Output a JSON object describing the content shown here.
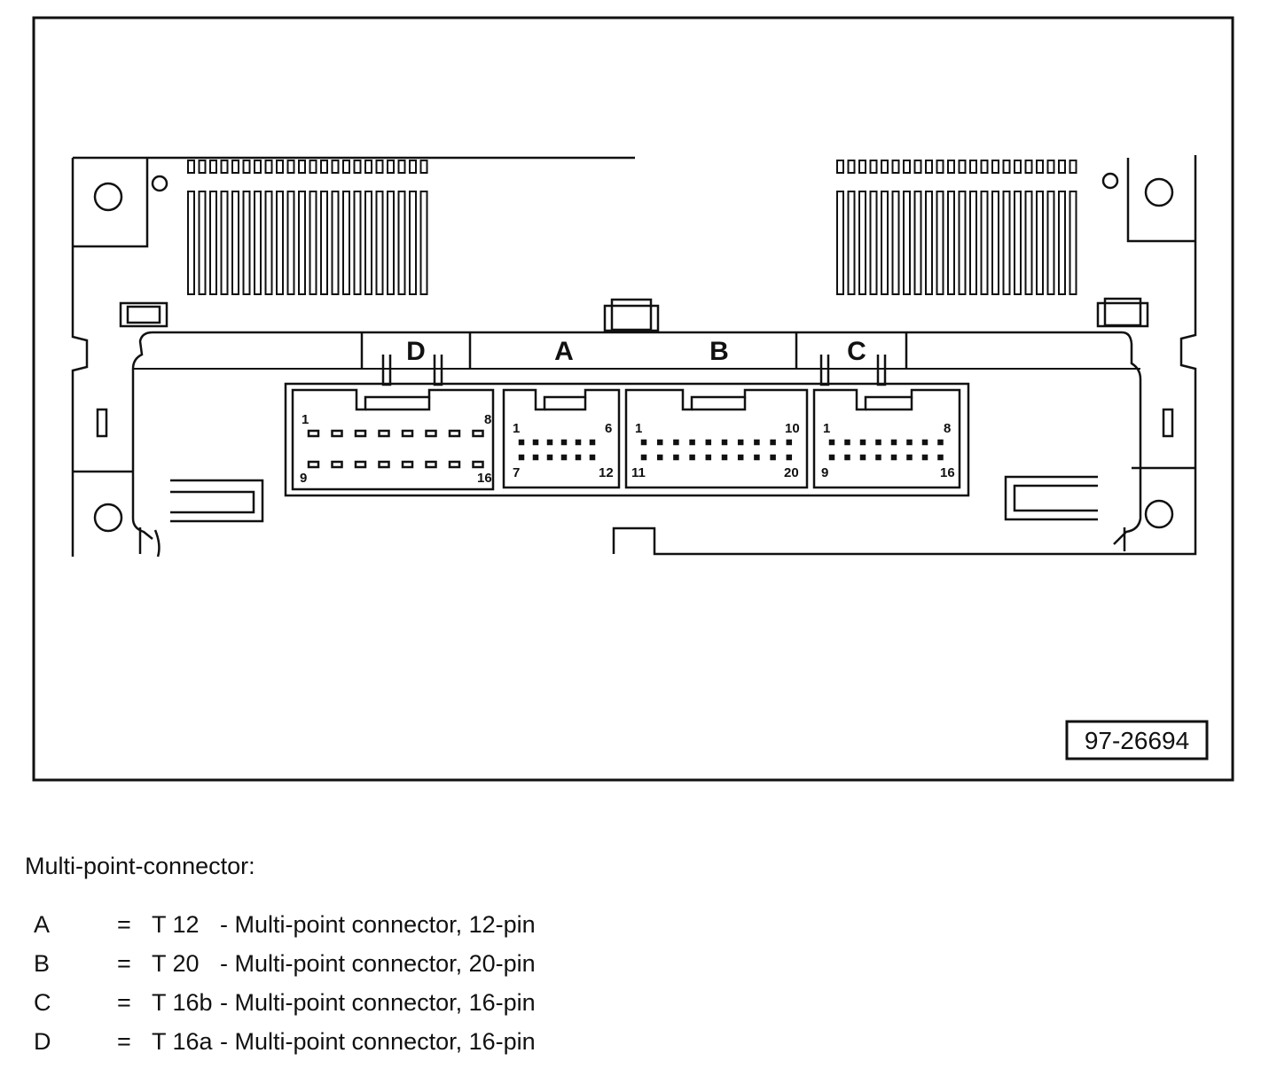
{
  "figure_number": "97-26694",
  "connector_labels": {
    "d": "D",
    "a": "A",
    "b": "B",
    "c": "C"
  },
  "pin_labels": {
    "d": {
      "top_first": "1",
      "top_last": "8",
      "bottom_first": "9",
      "bottom_last": "16"
    },
    "a": {
      "top_first": "1",
      "top_last": "6",
      "bottom_first": "7",
      "bottom_last": "12"
    },
    "b": {
      "top_first": "1",
      "top_last": "10",
      "bottom_first": "11",
      "bottom_last": "20"
    },
    "c": {
      "top_first": "1",
      "top_last": "8",
      "bottom_first": "9",
      "bottom_last": "16"
    }
  },
  "legend": {
    "title": "Multi-point-connector:",
    "rows": [
      {
        "letter": "A",
        "eq": "=",
        "code": "T 12",
        "desc": "- Multi-point connector, 12-pin"
      },
      {
        "letter": "B",
        "eq": "=",
        "code": "T 20",
        "desc": "- Multi-point connector, 20-pin"
      },
      {
        "letter": "C",
        "eq": "=",
        "code": "T 16b",
        "desc": "- Multi-point connector, 16-pin"
      },
      {
        "letter": "D",
        "eq": "=",
        "code": "T 16a",
        "desc": "- Multi-point connector, 16-pin"
      }
    ]
  }
}
